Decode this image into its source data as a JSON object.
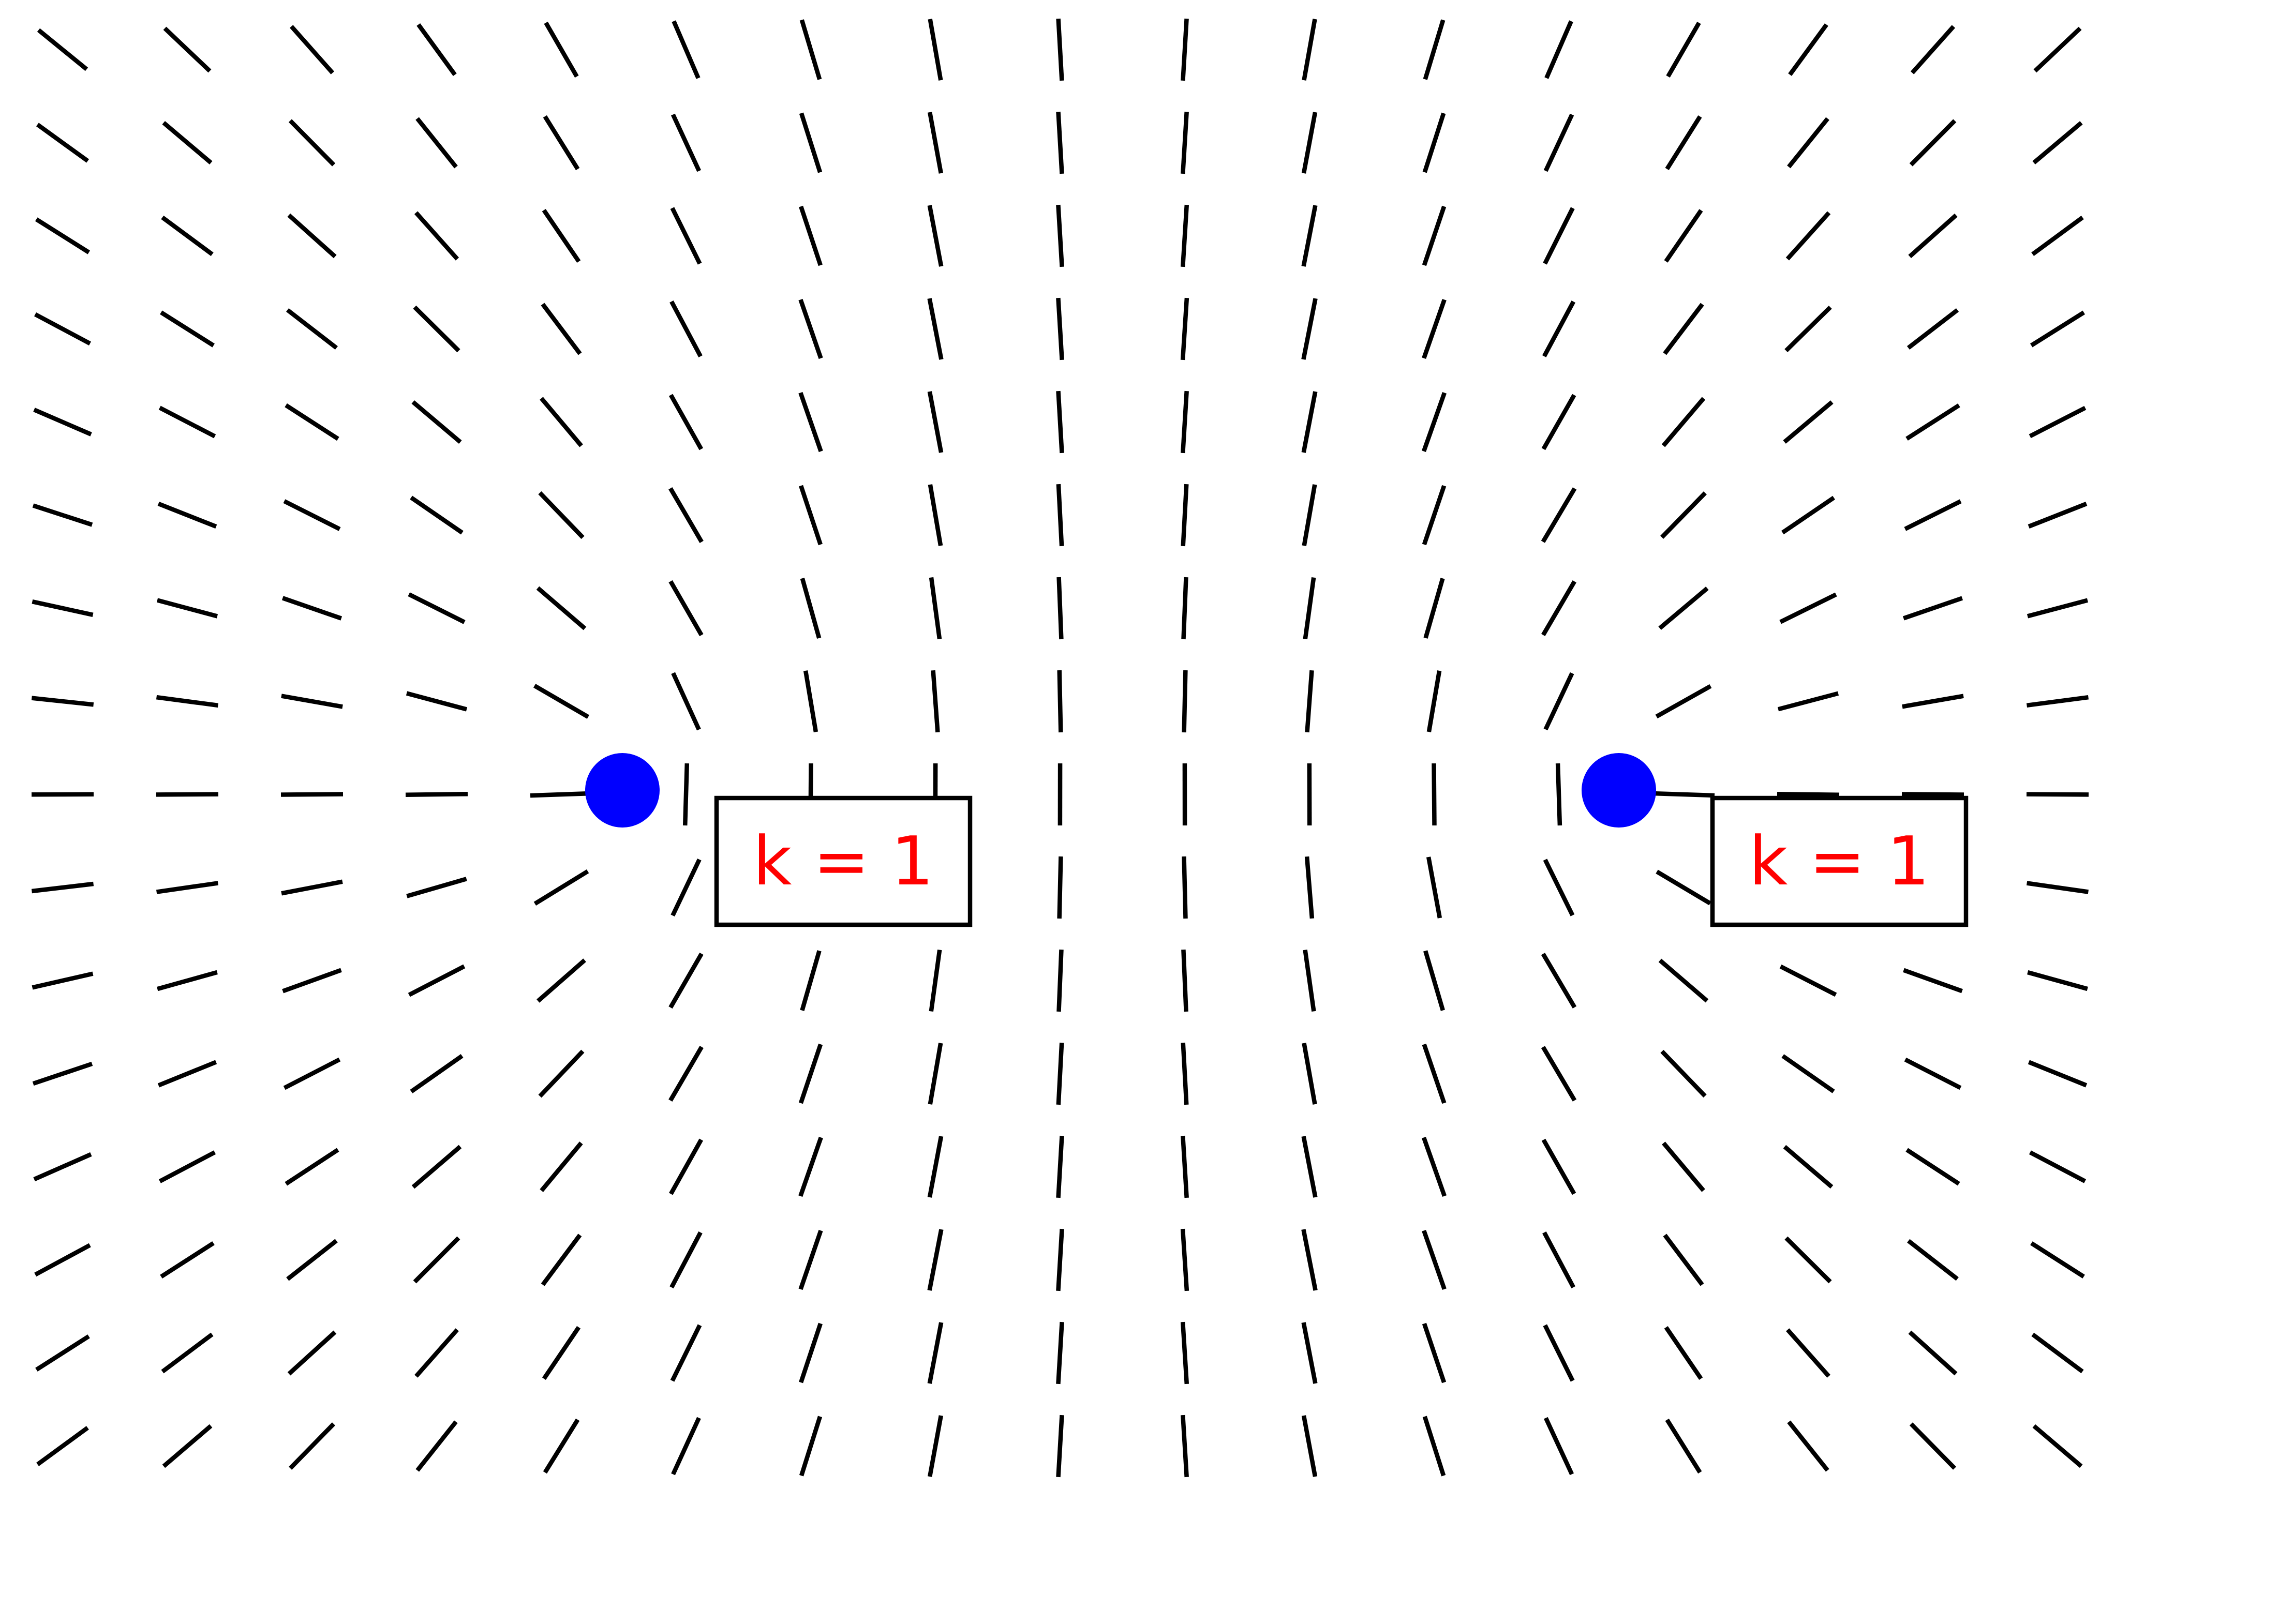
{
  "diagram": {
    "type": "line-field-with-singularities",
    "background_color": "#ffffff",
    "line_color": "#000000",
    "singularities": [
      {
        "name": "left-singularity",
        "label": "k = 1",
        "dot_color": "#0000ff",
        "label_color": "#ff0000"
      },
      {
        "name": "right-singularity",
        "label": "k = 1",
        "dot_color": "#0000ff",
        "label_color": "#ff0000"
      }
    ]
  }
}
